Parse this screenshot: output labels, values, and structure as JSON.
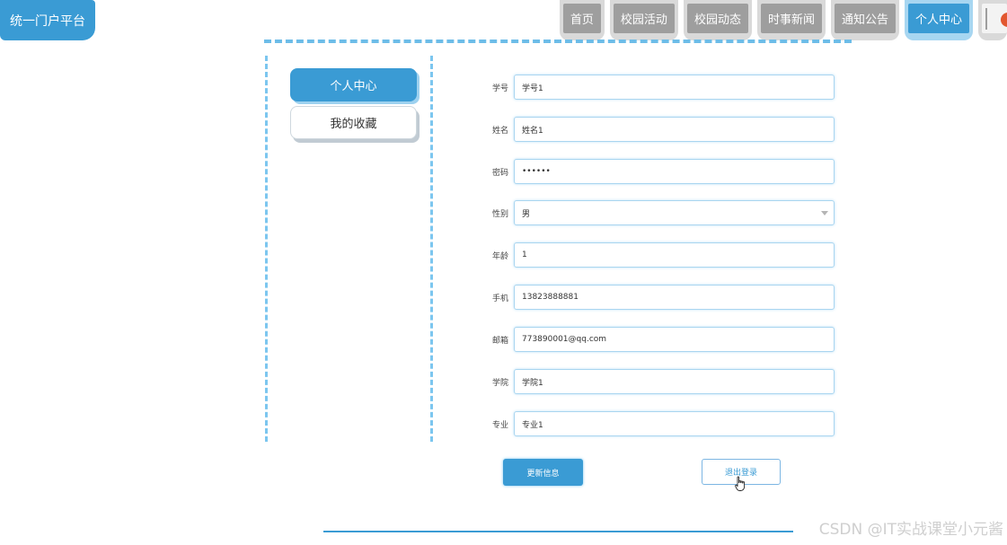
{
  "brand": {
    "title": "统一门户平台"
  },
  "nav": {
    "items": [
      {
        "label": "首页"
      },
      {
        "label": "校园活动"
      },
      {
        "label": "校园动态"
      },
      {
        "label": "时事新闻"
      },
      {
        "label": "通知公告"
      },
      {
        "label": "个人中心"
      }
    ],
    "active": "个人中心"
  },
  "sidebar": {
    "items": [
      {
        "label": "个人中心"
      },
      {
        "label": "我的收藏"
      }
    ]
  },
  "form": {
    "fields": [
      {
        "label": "学号",
        "value": "学号1"
      },
      {
        "label": "姓名",
        "value": "姓名1"
      },
      {
        "label": "密码",
        "value": "••••••"
      },
      {
        "label": "性别",
        "value": "男"
      },
      {
        "label": "年龄",
        "value": "1"
      },
      {
        "label": "手机",
        "value": "13823888881"
      },
      {
        "label": "邮箱",
        "value": "773890001@qq.com"
      },
      {
        "label": "学院",
        "value": "学院1"
      },
      {
        "label": "专业",
        "value": "专业1"
      }
    ]
  },
  "actions": {
    "update_label": "更新信息",
    "logout_label": "退出登录"
  },
  "watermark": "CSDN @IT实战课堂小元酱",
  "colors": {
    "primary": "#3a9bd4",
    "light": "#a7d6f1",
    "dashed": "#7cc6ef",
    "tab_inactive": "#9e9e9e"
  }
}
